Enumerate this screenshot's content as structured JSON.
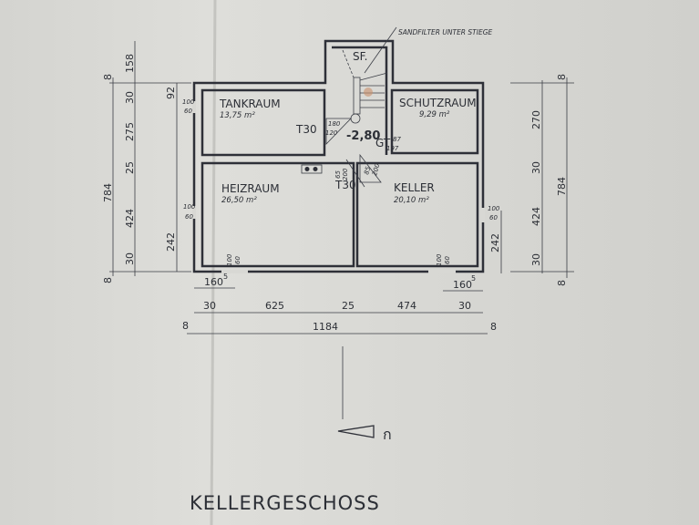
{
  "title": "KELLERGESCHOSS",
  "note": "SANDFILTER UNTER STIEGE",
  "rooms": [
    {
      "name": "TANKRAUM",
      "area": "13,75 m²"
    },
    {
      "name": "SCHUTZRAUM",
      "area": "9,29 m²"
    },
    {
      "name": "HEIZRAUM",
      "area": "26,50 m²"
    },
    {
      "name": "KELLER",
      "area": "20,10 m²"
    }
  ],
  "labels": {
    "sf": "SF.",
    "level": "-2,80",
    "t30": "T30",
    "gt": "GT"
  },
  "openings": {
    "door_t30_top": [
      "180",
      "120"
    ],
    "door_gt": [
      "87",
      "197"
    ],
    "door_t30_bottom": [
      "65",
      "200"
    ],
    "door_keller": [
      "85",
      "200"
    ],
    "window": [
      "100",
      "60"
    ]
  },
  "dims": {
    "left": [
      "158",
      "30",
      "275",
      "25",
      "424",
      "30"
    ],
    "left_total": "784",
    "left_end": "8",
    "left_inner": [
      "92",
      "242"
    ],
    "right": [
      "270",
      "30",
      "424",
      "30"
    ],
    "right_total": "784",
    "right_end": "8",
    "right_inner": "242",
    "bottom_window": [
      "160",
      "5"
    ],
    "bottom": [
      "30",
      "625",
      "25",
      "474",
      "30"
    ],
    "bottom_total": "1184",
    "bottom_end": "8"
  }
}
